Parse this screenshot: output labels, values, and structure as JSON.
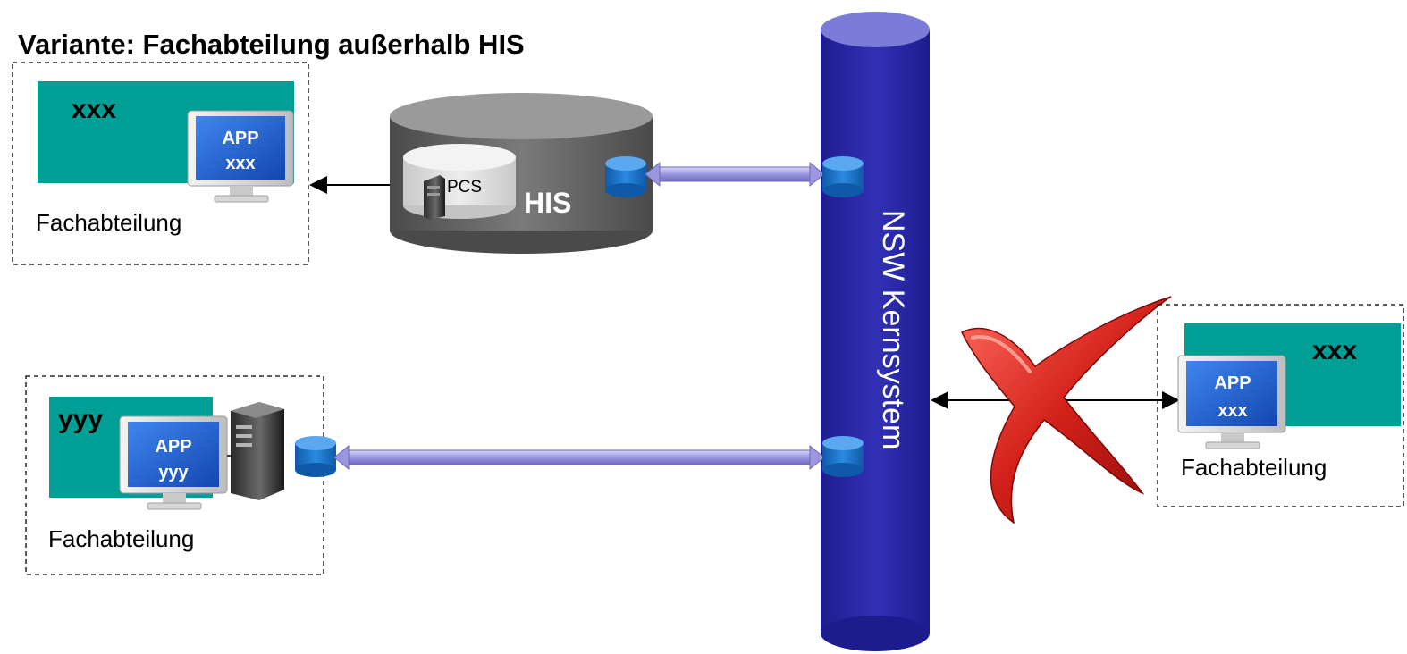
{
  "title": "Variante: Fachabteilung außerhalb HIS",
  "nodes": {
    "dept_top_left": {
      "screen_label": "xxx",
      "app_line1": "APP",
      "app_line2": "xxx",
      "caption": "Fachabteilung"
    },
    "dept_bottom_left": {
      "screen_label": "yyy",
      "app_line1": "APP",
      "app_line2": "yyy",
      "caption": "Fachabteilung"
    },
    "dept_right": {
      "screen_label": "xxx",
      "app_line1": "APP",
      "app_line2": "xxx",
      "caption": "Fachabteilung"
    },
    "his": {
      "label": "HIS",
      "inner_label": "PCS"
    },
    "core_system": {
      "label": "NSW Kernsystem"
    }
  },
  "colors": {
    "teal": "#009f95",
    "core_blue": "#2b2aa5",
    "his_gray": "#707070",
    "app_blue": "#1f5fd1",
    "connector_blue": "#1b73c8",
    "pipe_lavender": "#9d99e0",
    "cross_red": "#cc1f1a"
  },
  "icons": [
    "monitor-icon",
    "server-icon",
    "database-icon",
    "red-cross-icon"
  ]
}
